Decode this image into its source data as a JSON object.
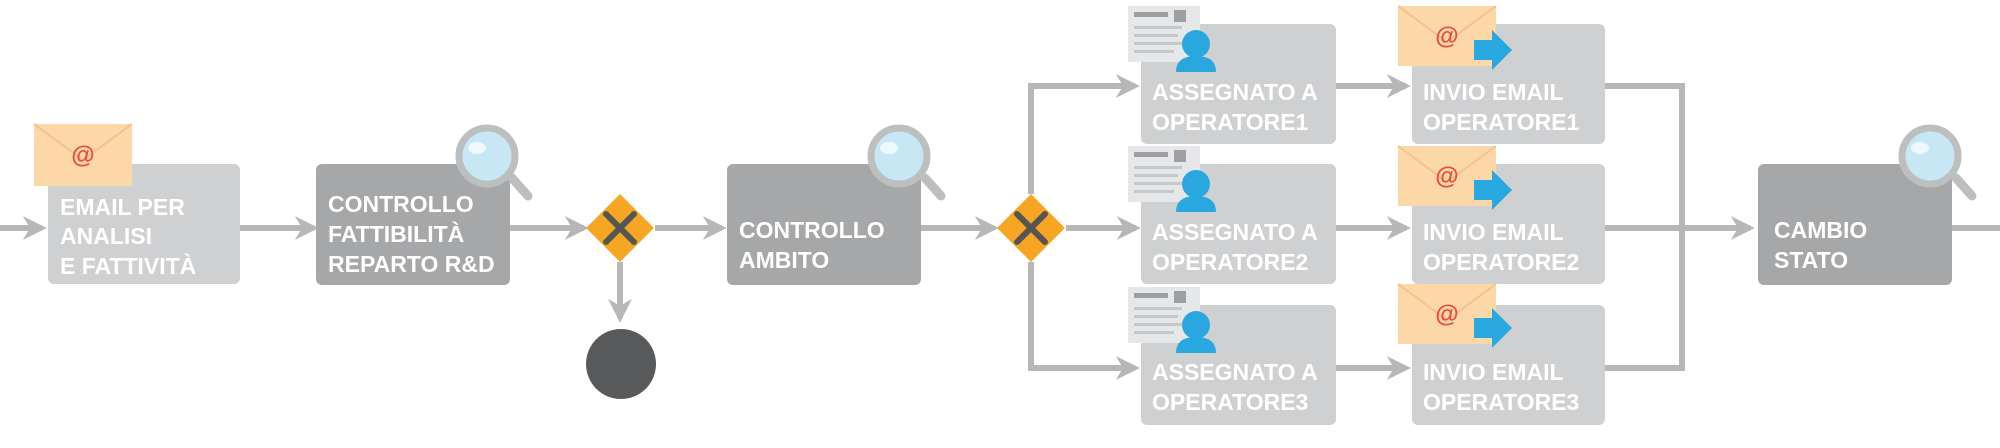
{
  "colors": {
    "connector": "#b7b7b7",
    "box_light": "#cfd0d2",
    "box_dark": "#a6a7a9",
    "gateway": "#f6a623",
    "gateway_mark": "#555555",
    "end_event": "#58595b",
    "envelope": "#fcd7a8",
    "at_sign": "#e94b3c",
    "user": "#29a8e0",
    "arrow_send": "#29a8e0",
    "magnifier_lens": "#c8e7f5",
    "magnifier_frame": "#bcbec0"
  },
  "nodes": {
    "email": {
      "lines": [
        "EMAIL PER",
        "ANALISI",
        "E FATTIVITÀ"
      ],
      "icon": "envelope-icon"
    },
    "controllo_fattibilita": {
      "lines": [
        "CONTROLLO",
        "FATTIBILITÀ",
        "REPARTO R&D"
      ],
      "icon": "magnifier-icon"
    },
    "controllo_ambito": {
      "lines": [
        "CONTROLLO",
        "AMBITO"
      ],
      "icon": "magnifier-icon"
    },
    "assegnato_1": {
      "lines": [
        "ASSEGNATO A",
        "OPERATORE1"
      ],
      "icon": "user-document-icon"
    },
    "assegnato_2": {
      "lines": [
        "ASSEGNATO A",
        "OPERATORE2"
      ],
      "icon": "user-document-icon"
    },
    "assegnato_3": {
      "lines": [
        "ASSEGNATO A",
        "OPERATORE3"
      ],
      "icon": "user-document-icon"
    },
    "invio_1": {
      "lines": [
        "INVIO EMAIL",
        "OPERATORE1"
      ],
      "icon": "send-email-icon"
    },
    "invio_2": {
      "lines": [
        "INVIO EMAIL",
        "OPERATORE2"
      ],
      "icon": "send-email-icon"
    },
    "invio_3": {
      "lines": [
        "INVIO EMAIL",
        "OPERATORE3"
      ],
      "icon": "send-email-icon"
    },
    "cambio_stato": {
      "lines": [
        "CAMBIO",
        "STATO"
      ],
      "icon": "magnifier-icon"
    }
  },
  "gateways": [
    "exclusive-gateway",
    "exclusive-gateway"
  ],
  "end_event": "end-event",
  "at_symbol": "@"
}
